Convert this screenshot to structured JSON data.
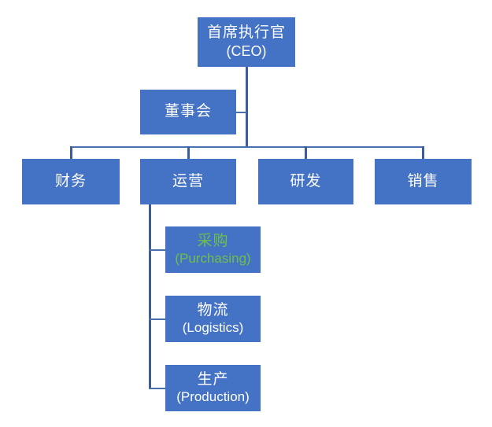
{
  "diagram": {
    "type": "organization-chart",
    "background_color": "#FFFFFF",
    "node_fill_color": "#4472C4",
    "node_text_color": "#FFFFFF",
    "highlight_text_color": "#6DC04A",
    "connector_color": "#3C5D9B"
  },
  "nodes": {
    "ceo": {
      "cn": "首席执行官",
      "en": "(CEO)",
      "level": 0
    },
    "board": {
      "cn": "董事会",
      "en": "",
      "level": 1
    },
    "finance": {
      "cn": "财务",
      "en": "",
      "level": 2
    },
    "operations": {
      "cn": "运营",
      "en": "",
      "level": 2
    },
    "rnd": {
      "cn": "研发",
      "en": "",
      "level": 2
    },
    "sales": {
      "cn": "销售",
      "en": "",
      "level": 2
    },
    "purchasing": {
      "cn": "采购",
      "en": "(Purchasing)",
      "level": 3,
      "highlighted": true
    },
    "logistics": {
      "cn": "物流",
      "en": "(Logistics)",
      "level": 3,
      "highlighted": false
    },
    "production": {
      "cn": "生产",
      "en": "(Production)",
      "level": 3,
      "highlighted": false
    }
  }
}
